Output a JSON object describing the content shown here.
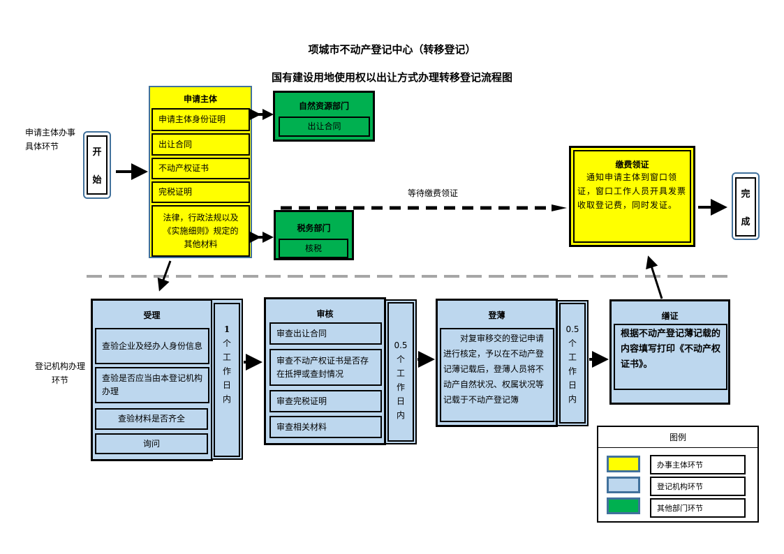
{
  "titles": {
    "main": "项城市不动产登记中心（转移登记）",
    "sub": "国有建设用地使用权以出让方式办理转移登记流程图"
  },
  "lanes": {
    "applicant": "申请主体办事具体环节",
    "registry": "登记机构办理环节"
  },
  "start": {
    "label_top": "开",
    "label_bottom": "始"
  },
  "finish": {
    "label_top": "完",
    "label_bottom": "成"
  },
  "applicant_box": {
    "title": "申请主体",
    "items": [
      "申请主体身份证明",
      "出让合同",
      "不动产权证书",
      "完税证明",
      "法律，行政法规以及《实施细则》规定的其他材料"
    ]
  },
  "dept_natural": {
    "title": "自然资源部门",
    "item": "出让合同"
  },
  "dept_tax": {
    "title": "税务部门",
    "item": "核税"
  },
  "waiting_label": "等待缴费领证",
  "fee_box": {
    "title": "缴费领证",
    "text": "　通知申请主体到窗口领证，窗口工作人员开具发票收取登记费，同时发证。"
  },
  "steps": [
    {
      "title": "受理",
      "items": [
        "查验企业及经办人身份信息",
        "查验是否应当由本登记机构办理",
        "查验材料是否齐全",
        "询问"
      ],
      "time": [
        "1",
        "个",
        "工",
        "作",
        "日",
        "内"
      ]
    },
    {
      "title": "审核",
      "items": [
        "审查出让合同",
        "审查不动产权证书是否存在抵押或查封情况",
        "审查完税证明",
        "审查相关材料"
      ],
      "time": [
        "0.5",
        "个",
        "工",
        "作",
        "日",
        "内"
      ]
    },
    {
      "title": "登薄",
      "text": "　　对复审移交的登记申请进行核定，予以在不动产登记薄记载后，登薄人员将不动产自然状况、权属状况等记载于不动产登记簿",
      "time": [
        "0.5",
        "个",
        "工",
        "作",
        "日",
        "内"
      ]
    },
    {
      "title": "缮证",
      "text": "根据不动产登记薄记载的内容填写打印《不动产权证书》。"
    }
  ],
  "legend": {
    "title": "图例",
    "items": [
      {
        "label": "办事主体环节",
        "color": "#ffff00"
      },
      {
        "label": "登记机构环节",
        "color": "#bdd7ee"
      },
      {
        "label": "其他部门环节",
        "color": "#00b050"
      }
    ]
  },
  "colors": {
    "applicant": "#ffff00",
    "registry": "#bdd7ee",
    "other_dept": "#00b050",
    "capsule_border": "#41719c",
    "lane_divider": "#a6a6a6"
  }
}
